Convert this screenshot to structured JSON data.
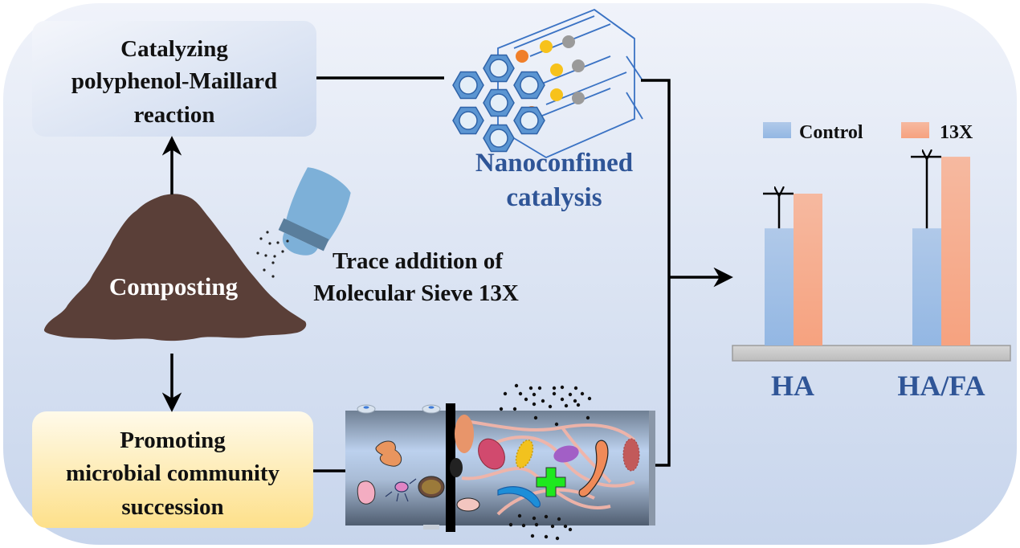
{
  "title": "Molecular sieve 13X in composting graphical abstract",
  "boxes": {
    "top": {
      "lines": [
        "Catalyzing",
        "polyphenol-Maillard",
        "reaction"
      ]
    },
    "bottom": {
      "lines": [
        "Promoting",
        "microbial community",
        "succession"
      ]
    }
  },
  "compost_label": "Composting",
  "additive_label": {
    "lines": [
      "Trace addition of",
      "Molecular Sieve 13X"
    ]
  },
  "nanoconfined_label": {
    "lines": [
      "Nanoconfined",
      "catalysis"
    ]
  },
  "colors": {
    "panel_top": "#eef2fa",
    "panel_bottom": "#c8d6ec",
    "compost": "#5a3f38",
    "control": "#9dbde6",
    "treatment": "#f5a584",
    "accent_blue": "#2f5597",
    "zeolite": "#4a86c8"
  },
  "chart_data": {
    "type": "bar",
    "title": "",
    "xlabel": "",
    "ylabel": "",
    "categories": [
      "HA",
      "HA/FA"
    ],
    "series": [
      {
        "name": "Control",
        "values": [
          0.54,
          0.54
        ],
        "color": "#9dbde6"
      },
      {
        "name": "13X",
        "values": [
          0.7,
          0.87
        ],
        "color": "#f5a584"
      }
    ],
    "ylim": [
      0,
      1
    ],
    "grid": false,
    "legend": "top",
    "annotations": [
      "increase arrow HA",
      "increase arrow HA/FA"
    ],
    "note": "relative schematic values, no axis scale shown"
  }
}
